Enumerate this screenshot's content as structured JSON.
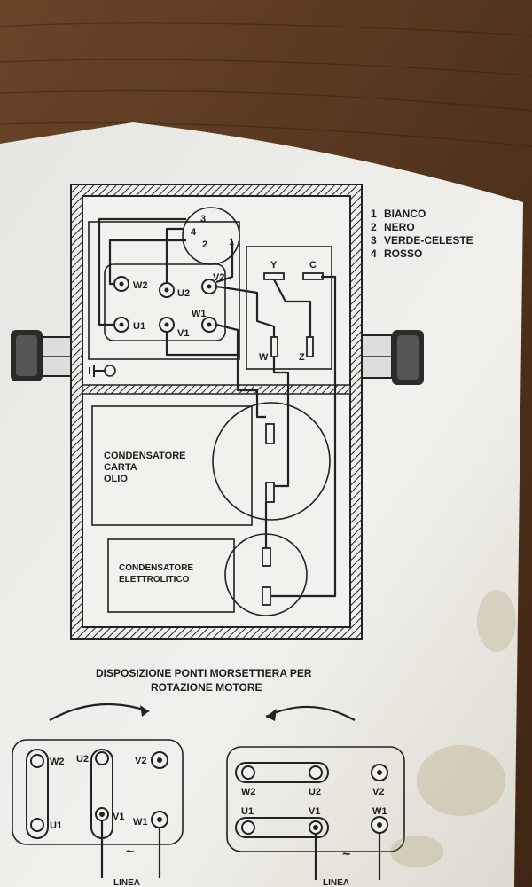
{
  "legend": [
    {
      "num": "1",
      "label": "BIANCO"
    },
    {
      "num": "2",
      "label": "NERO"
    },
    {
      "num": "3",
      "label": "VERDE-CELESTE"
    },
    {
      "num": "4",
      "label": "ROSSO"
    }
  ],
  "lead_numbers": [
    "3",
    "4",
    "2",
    "1"
  ],
  "switch_labels": {
    "y": "Y",
    "c": "C",
    "w": "W",
    "z": "Z"
  },
  "terminals": {
    "w2": "W2",
    "u2": "U2",
    "v2": "V2",
    "u1": "U1",
    "v1": "V1",
    "w1": "W1"
  },
  "capacitor_oil": [
    "CONDENSATORE",
    "CARTA",
    "OLIO"
  ],
  "capacitor_electrolytic": [
    "CONDENSATORE",
    "ELETTROLITICO"
  ],
  "section_title": [
    "DISPOSIZIONE PONTI MORSETTIERA PER",
    "ROTAZIONE MOTORE"
  ],
  "linea": "LINEA",
  "tilde": "~",
  "colors": {
    "wood": "#5a3a22",
    "paper": "#ecebe6",
    "ink": "#222222"
  }
}
